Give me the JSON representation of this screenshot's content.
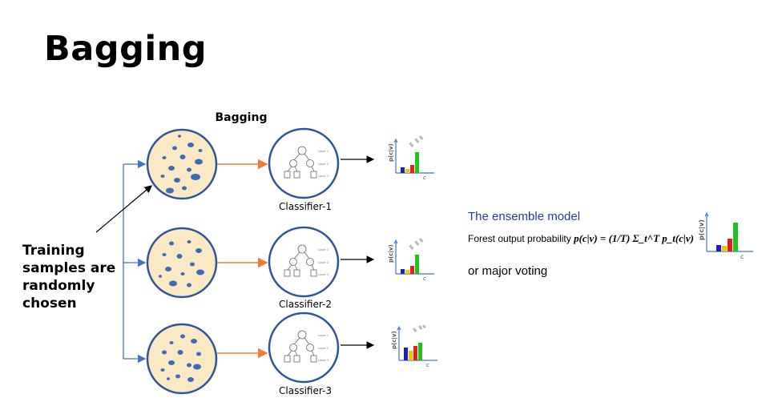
{
  "slide": {
    "title": "Bagging"
  },
  "diagram": {
    "title": "Bagging",
    "classifiers": [
      {
        "label": "Classifier-1",
        "leaf_labels": [
          "Layer 1",
          "Layer 2",
          "Layer 3"
        ]
      },
      {
        "label": "Classifier-2",
        "leaf_labels": [
          "Layer 1",
          "Layer 2",
          "Layer 3"
        ]
      },
      {
        "label": "Classifier-3",
        "leaf_labels": [
          "Layer 1",
          "Layer 2",
          "Layer 3"
        ]
      }
    ],
    "mini_chart": {
      "y_label": "p(c|v)",
      "x_label": "c",
      "bar_colors": [
        "#1f1fb8",
        "#f2c400",
        "#e02020",
        "#22c222"
      ]
    }
  },
  "annotation": {
    "lines": [
      "Training",
      "samples are",
      "randomly",
      "chosen"
    ]
  },
  "ensemble": {
    "title": "The ensemble model",
    "formula_text": "Forest output probability",
    "formula_math": "p(c|v) = (1/T) Σ_t^T p_t(c|v)",
    "chart_y_label": "p(c|v)",
    "chart_x_label": "c",
    "or_text": "or major voting"
  },
  "colors": {
    "circle_fill": "#fbe8c4",
    "circle_stroke": "#2f5597",
    "dot": "#3e6bb4",
    "arrow_orange": "#ed7d31",
    "arrow_blue": "#4472c4",
    "title_blue": "#1f3bb0"
  }
}
